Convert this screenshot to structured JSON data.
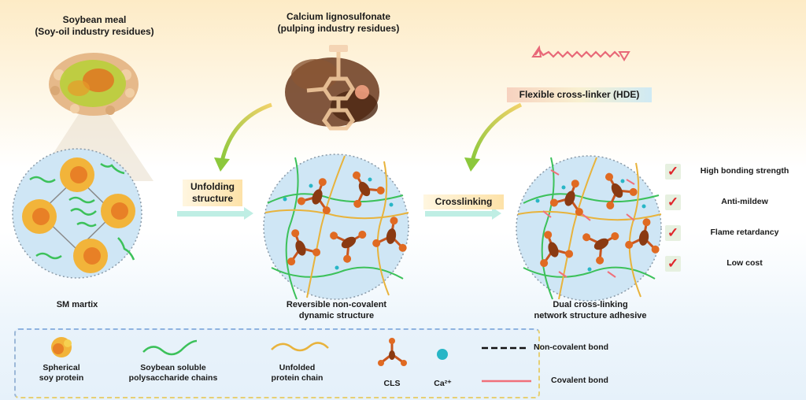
{
  "sources": {
    "soybean_meal": {
      "title": "Soybean meal",
      "subtitle": "(Soy-oil industry residues)"
    },
    "calcium_lignosulfonate": {
      "title": "Calcium lignosulfonate",
      "subtitle": "(pulping industry residues)"
    },
    "crosslinker": {
      "label": "Flexible cross-linker (HDE)"
    }
  },
  "steps": {
    "step1": {
      "line1": "Unfolding",
      "line2": "structure"
    },
    "step2": {
      "label": "Crosslinking"
    }
  },
  "stages": [
    {
      "line1": "SM martix",
      "line2": ""
    },
    {
      "line1": "Reversible non-covalent",
      "line2": "dynamic structure"
    },
    {
      "line1": "Dual cross-linking",
      "line2": "network structure adhesive"
    }
  ],
  "benefits": {
    "check_glyph": "✓",
    "items": [
      "High bonding strength",
      "Anti-mildew",
      "Flame retardancy",
      "Low cost"
    ]
  },
  "legend": {
    "items": [
      {
        "icon": "spherical-soy-protein",
        "line1": "Spherical",
        "line2": "soy protein"
      },
      {
        "icon": "polysaccharide-chain",
        "line1": "Soybean soluble",
        "line2": "polysaccharide chains"
      },
      {
        "icon": "unfolded-protein-chain",
        "line1": "Unfolded",
        "line2": "protein chain"
      },
      {
        "icon": "cls-molecule",
        "line1": "CLS",
        "line2": ""
      },
      {
        "icon": "calcium-ion",
        "line1": "Ca²⁺",
        "line2": ""
      }
    ],
    "bonds": [
      {
        "style": "dashed",
        "label": "Non-covalent bond"
      },
      {
        "style": "solid",
        "label": "Covalent bond"
      }
    ]
  },
  "colors": {
    "polysaccharide": "#3cc15a",
    "protein_chain": "#e8b33c",
    "cls": "#c8561e",
    "cls_core": "#8a3a12",
    "calcium": "#28b6c6",
    "covalent": "#f0707a",
    "arrow_green": "#8cc83c",
    "check_red": "#e0262b",
    "circle_fill": "#cfe6f5"
  }
}
